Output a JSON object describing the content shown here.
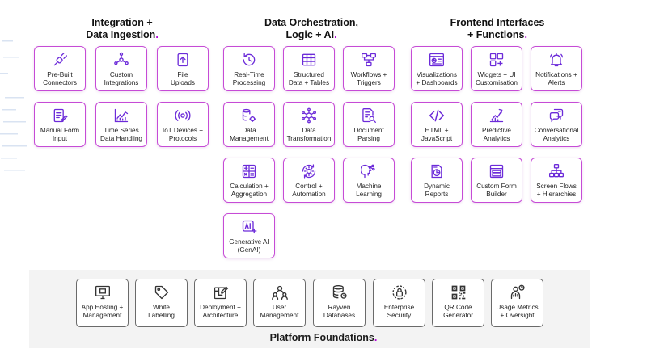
{
  "colors": {
    "accent": "#b100d6",
    "tile_border": "#c64bd6",
    "icon": "#6c2bd9",
    "foundation_border": "#6a6a6a"
  },
  "columns": [
    {
      "heading_line1": "Integration +",
      "heading_line2": "Data Ingestion",
      "heading_dot": ".",
      "tiles": [
        {
          "label": "Pre-Built\nConnectors",
          "icon": "plug-icon"
        },
        {
          "label": "Custom\nIntegrations",
          "icon": "network-icon"
        },
        {
          "label": "File\nUploads",
          "icon": "upload-icon"
        },
        {
          "label": "Manual Form\nInput",
          "icon": "form-edit-icon"
        },
        {
          "label": "Time Series\nData Handling",
          "icon": "chart-line-icon"
        },
        {
          "label": "IoT Devices +\nProtocols",
          "icon": "iot-signal-icon"
        }
      ]
    },
    {
      "heading_line1": "Data Orchestration,",
      "heading_line2": "Logic + AI",
      "heading_dot": ".",
      "tiles": [
        {
          "label": "Real-Time\nProcessing",
          "icon": "clock-refresh-icon"
        },
        {
          "label": "Structured\nData + Tables",
          "icon": "table-icon"
        },
        {
          "label": "Workflows +\nTriggers",
          "icon": "workflow-icon"
        },
        {
          "label": "Data\nManagement",
          "icon": "data-gear-icon"
        },
        {
          "label": "Data\nTransformation",
          "icon": "transform-icon"
        },
        {
          "label": "Document\nParsing",
          "icon": "document-search-icon"
        },
        {
          "label": "Calculation +\nAggregation",
          "icon": "calculator-icon"
        },
        {
          "label": "Control +\nAutomation",
          "icon": "gear-cycle-icon"
        },
        {
          "label": "Machine\nLearning",
          "icon": "brain-head-icon"
        },
        {
          "label": "Generative AI\n(GenAI)",
          "icon": "ai-sparkle-icon"
        }
      ]
    },
    {
      "heading_line1": "Frontend Interfaces",
      "heading_line2": "+ Functions",
      "heading_dot": ".",
      "tiles": [
        {
          "label": "Visualizations\n+ Dashboards",
          "icon": "dashboard-icon"
        },
        {
          "label": "Widgets + UI\nCustomisation",
          "icon": "widgets-icon"
        },
        {
          "label": "Notifications +\nAlerts",
          "icon": "bell-icon"
        },
        {
          "label": "HTML +\nJavaScript",
          "icon": "code-icon"
        },
        {
          "label": "Predictive\nAnalytics",
          "icon": "predictive-chart-icon"
        },
        {
          "label": "Conversational\nAnalytics",
          "icon": "chat-icon"
        },
        {
          "label": "Dynamic\nReports",
          "icon": "report-pie-icon"
        },
        {
          "label": "Custom Form\nBuilder",
          "icon": "form-builder-icon"
        },
        {
          "label": "Screen Flows\n+ Hierarchies",
          "icon": "hierarchy-icon"
        }
      ]
    }
  ],
  "foundations": {
    "title": "Platform Foundations",
    "title_dot": ".",
    "tiles": [
      {
        "label": "App Hosting +\nManagement",
        "icon": "monitor-icon"
      },
      {
        "label": "White\nLabelling",
        "icon": "tag-icon"
      },
      {
        "label": "Deployment +\nArchitecture",
        "icon": "blueprint-icon"
      },
      {
        "label": "User\nManagement",
        "icon": "users-icon"
      },
      {
        "label": "Rayven\nDatabases",
        "icon": "database-icon"
      },
      {
        "label": "Enterprise\nSecurity",
        "icon": "lock-icon"
      },
      {
        "label": "QR Code\nGenerator",
        "icon": "qr-code-icon"
      },
      {
        "label": "Usage Metrics\n+ Oversight",
        "icon": "person-metrics-icon"
      }
    ]
  }
}
